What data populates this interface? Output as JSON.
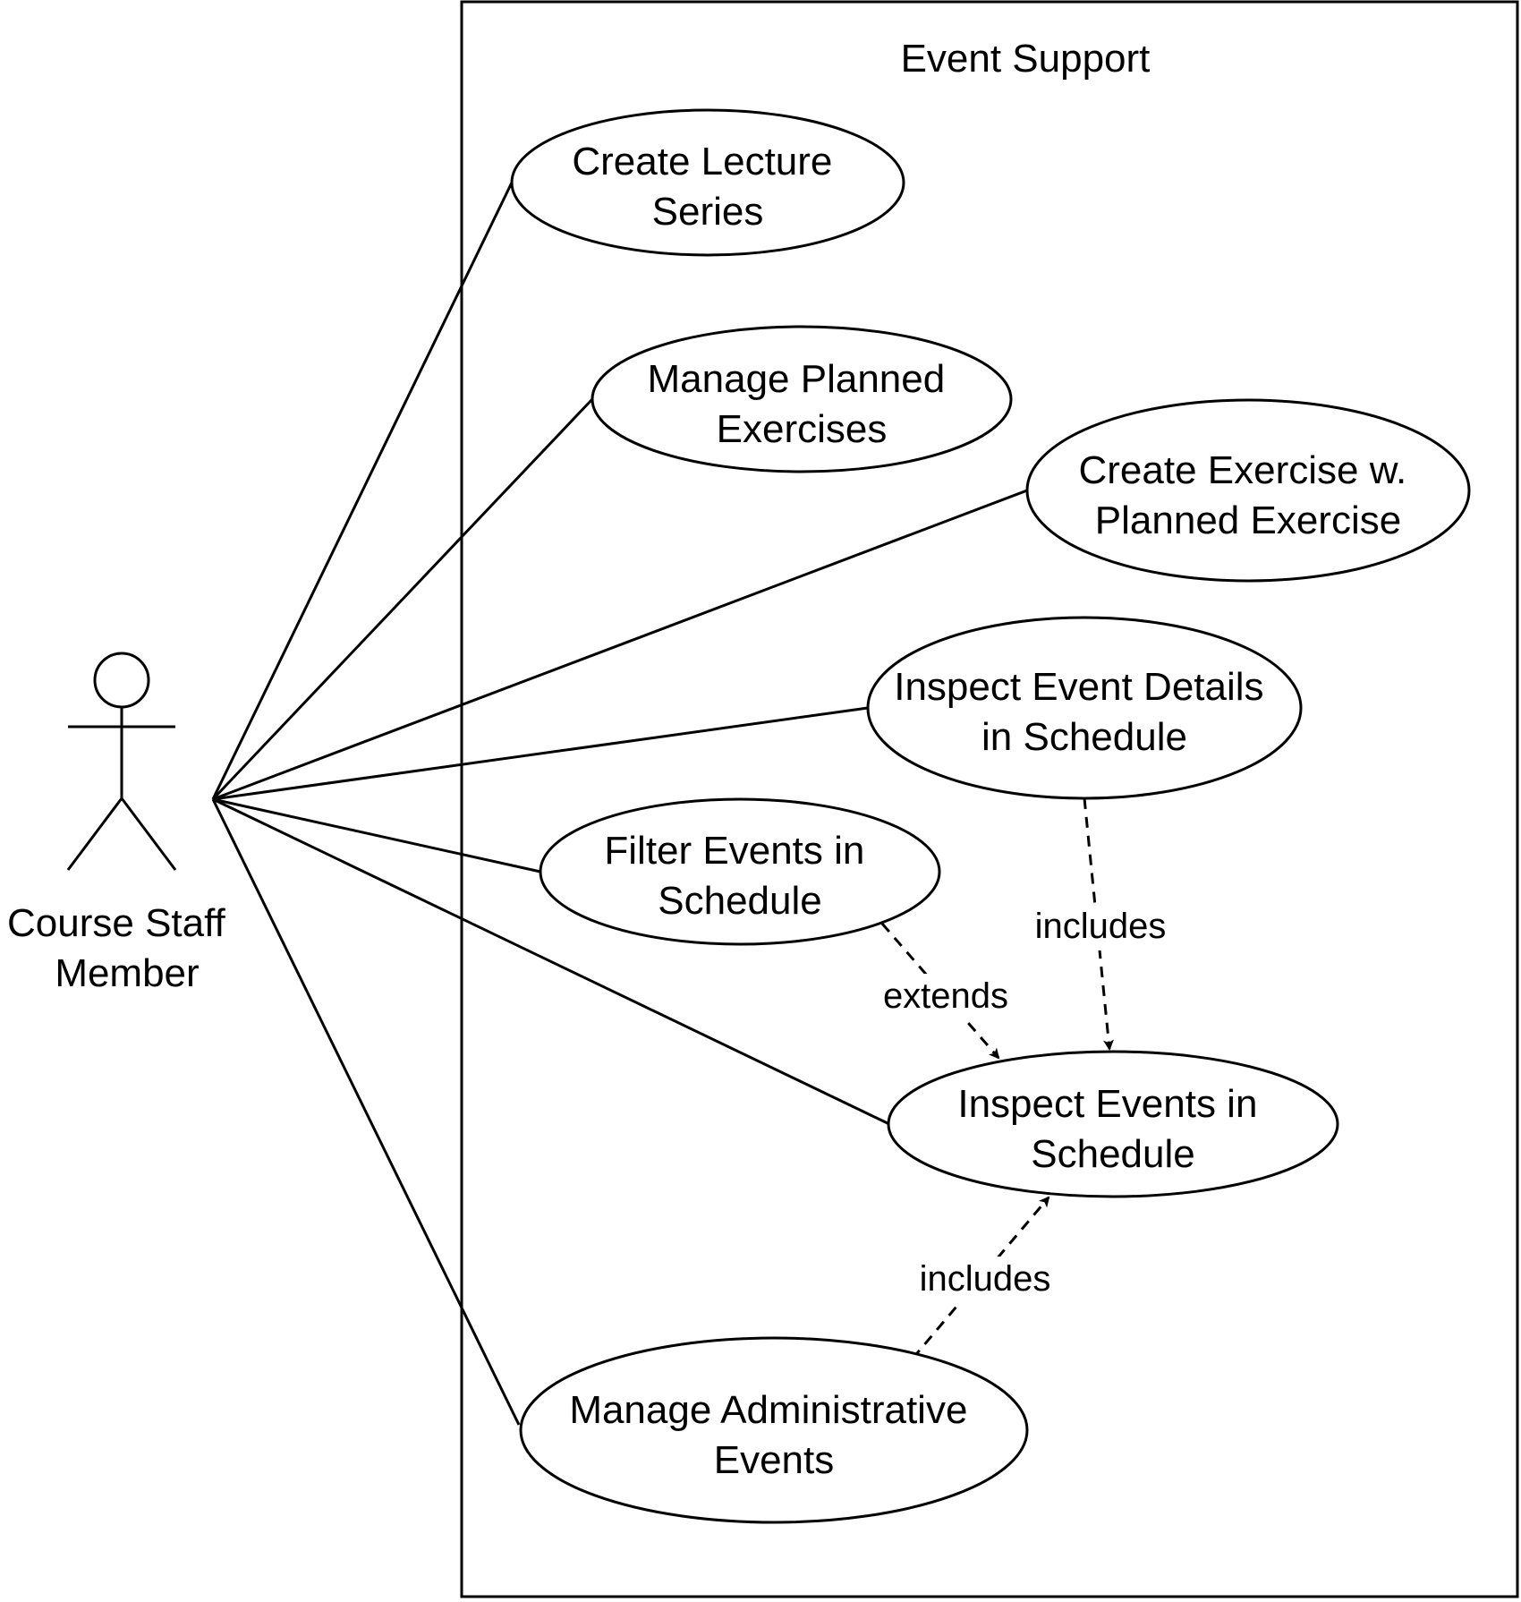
{
  "diagram": {
    "system": {
      "title": "Event Support"
    },
    "actor": {
      "label_lines": [
        "Course Staff",
        "Member"
      ]
    },
    "use_cases": {
      "create_lecture_series": {
        "lines": [
          "Create Lecture",
          "Series"
        ]
      },
      "manage_planned_exercises": {
        "lines": [
          "Manage Planned",
          "Exercises"
        ]
      },
      "create_exercise": {
        "lines": [
          "Create Exercise w.",
          "Planned Exercise"
        ]
      },
      "inspect_event_details": {
        "lines": [
          "Inspect Event Details",
          "in Schedule"
        ]
      },
      "filter_events": {
        "lines": [
          "Filter Events in",
          "Schedule"
        ]
      },
      "inspect_events": {
        "lines": [
          "Inspect Events in",
          "Schedule"
        ]
      },
      "manage_admin_events": {
        "lines": [
          "Manage Administrative",
          "Events"
        ]
      }
    },
    "relations": {
      "details_includes": "includes",
      "filter_extends": "extends",
      "admin_includes": "includes"
    }
  }
}
